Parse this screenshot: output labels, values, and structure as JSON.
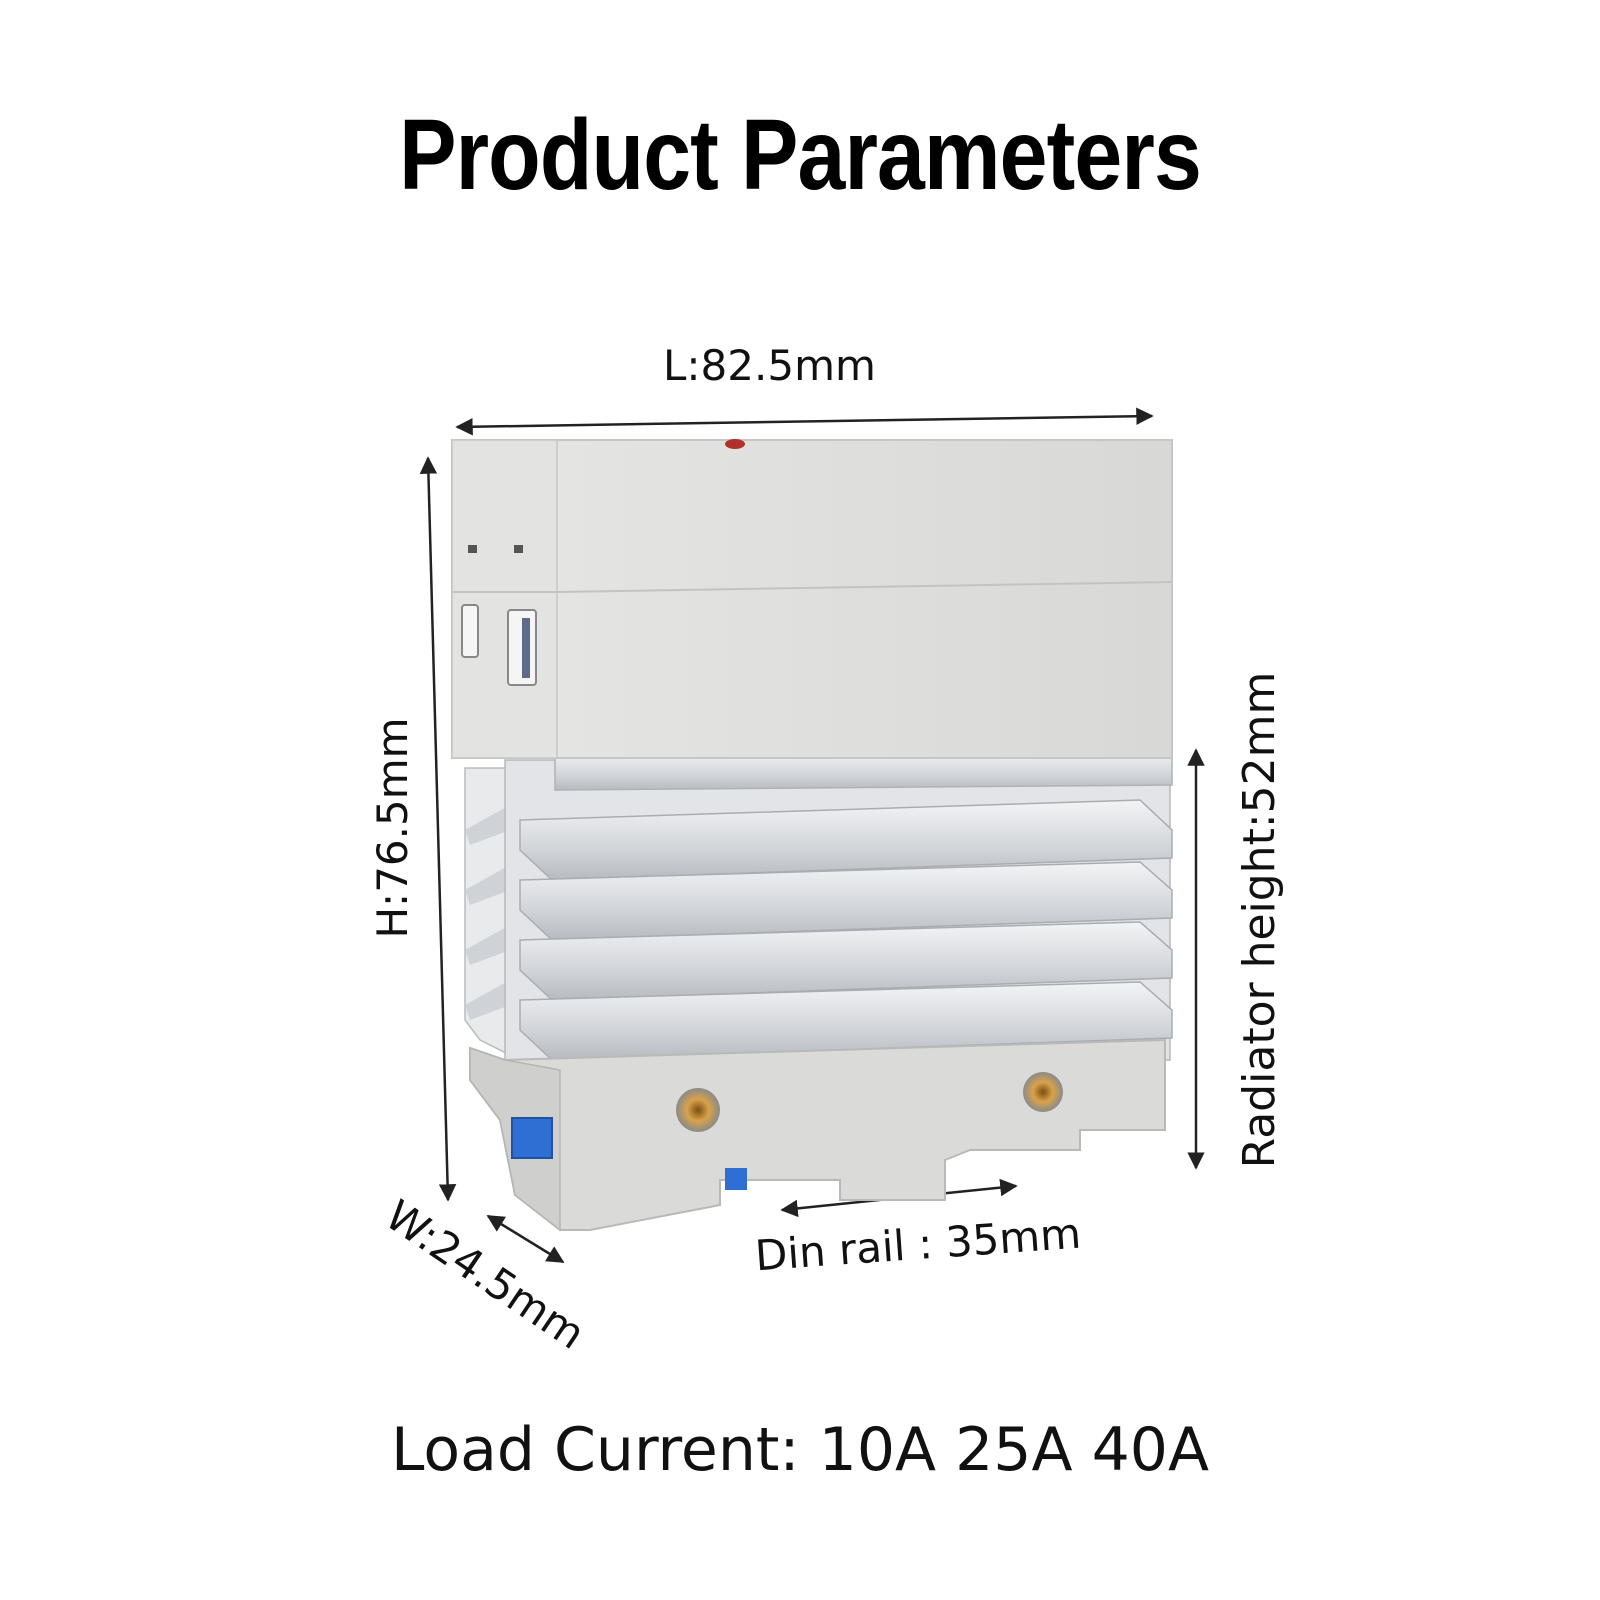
{
  "title": "Product Parameters",
  "dimensions": {
    "length": "L:82.5mm",
    "height": "H:76.5mm",
    "width": "W:24.5mm",
    "radiator_height": "Radiator height:52mm",
    "din_rail": "Din rail : 35mm"
  },
  "load_current": "Load Current: 10A 25A 40A",
  "colors": {
    "housing": "#dcdcda",
    "heatsink": "#d4d7da",
    "clip": "#2f6fd3",
    "screw": "#c48a2c"
  }
}
